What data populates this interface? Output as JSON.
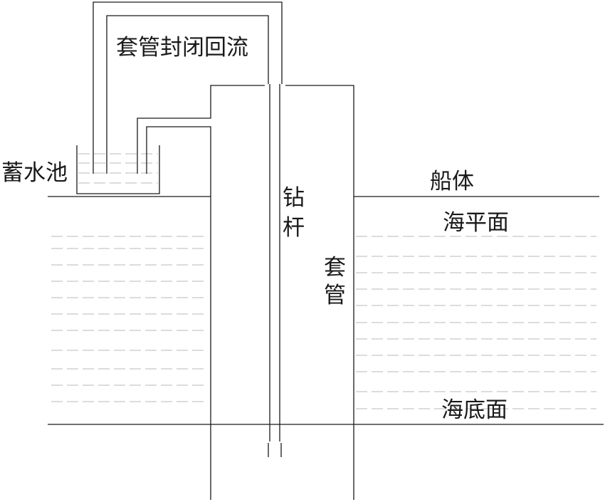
{
  "labels": {
    "casing_closed_return": "套管封闭回流",
    "reservoir": "蓄水池",
    "drill_pipe_top": "钻",
    "drill_pipe_bottom": "杆",
    "casing_top": "套",
    "casing_bottom": "管",
    "hull": "船体",
    "sea_level": "海平面",
    "seabed": "海底面"
  },
  "colors": {
    "line": "#1a1a1a",
    "water_dash": "#b8b8b8",
    "background": "#ffffff"
  }
}
